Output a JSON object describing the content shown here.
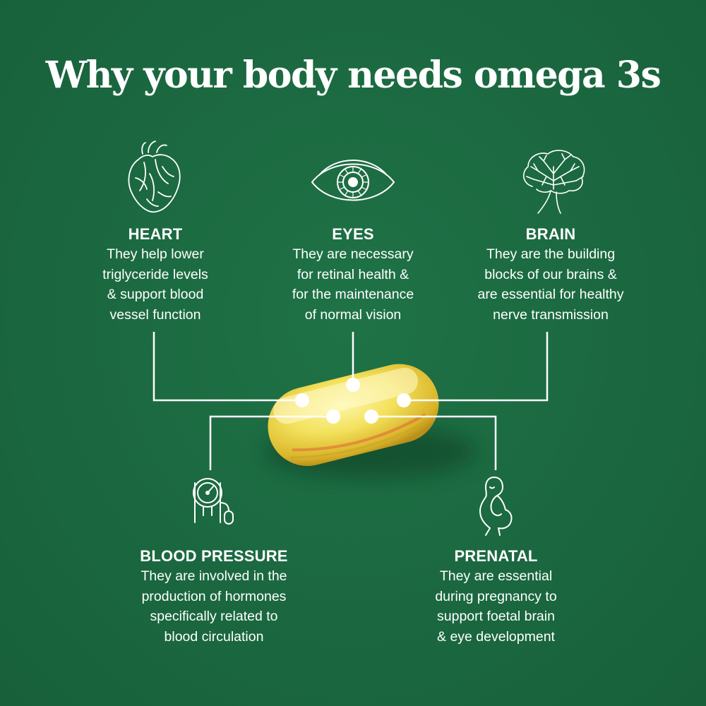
{
  "title": "Why your body needs omega 3s",
  "colors": {
    "background": "#1c6a41",
    "text": "#ffffff",
    "capsule": "#f2e05a"
  },
  "benefits": {
    "heart": {
      "icon": "heart-icon",
      "heading": "HEART",
      "body": "They help lower\ntriglyceride levels\n& support blood\nvessel function"
    },
    "eyes": {
      "icon": "eye-icon",
      "heading": "EYES",
      "body": "They are necessary\nfor retinal health &\nfor the maintenance\nof normal vision"
    },
    "brain": {
      "icon": "brain-icon",
      "heading": "BRAIN",
      "body": "They are the building\nblocks of our brains &\nare essential for healthy\nnerve transmission"
    },
    "blood_pressure": {
      "icon": "blood-pressure-gauge-icon",
      "heading": "BLOOD PRESSURE",
      "body": "They are involved in the\nproduction of hormones\nspecifically related to\nblood circulation"
    },
    "prenatal": {
      "icon": "pregnant-woman-icon",
      "heading": "PRENATAL",
      "body": "They are essential\nduring pregnancy to\nsupport foetal brain\n& eye development"
    }
  }
}
